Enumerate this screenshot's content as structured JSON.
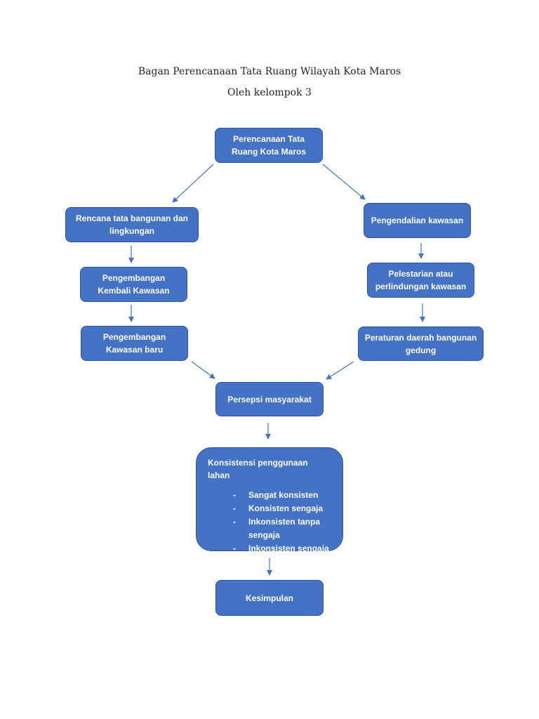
{
  "title_line1": "Bagan Perencanaan Tata Ruang Wilayah Kota Maros",
  "title_line2": "Oleh kelompok 3",
  "colors": {
    "box_fill": "#4472c4",
    "box_border": "#2f5597",
    "box_text": "#ffffff",
    "arrow": "#4472c4"
  },
  "nodes": {
    "root": "Perencanaan Tata Ruang Kota Maros",
    "left1": "Rencana tata bangunan dan lingkungan",
    "left2": "Pengembangan Kembali Kawasan",
    "left3": "Pengembangan Kawasan baru",
    "right1": "Pengendalian kawasan",
    "right2": "Pelestarian atau perlindungan kawasan",
    "right3": "Peraturan daerah bangunan gedung",
    "persepsi": "Persepsi masyarakat",
    "konsistensi": {
      "title": "Konsistensi penggunaan lahan",
      "items": [
        "Sangat konsisten",
        "Konsisten sengaja",
        "Inkonsisten tanpa sengaja",
        "Inkonsisten sengaja"
      ]
    },
    "kesimpulan": "Kesimpulan"
  }
}
